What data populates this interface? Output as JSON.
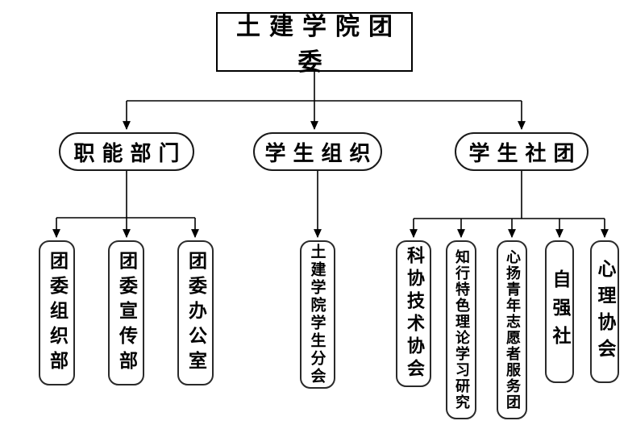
{
  "diagram": {
    "title": "organization-chart",
    "tree": {
      "root": {
        "label": "土建学院团委"
      },
      "branches": [
        {
          "label": "职能部门",
          "children": [
            {
              "label": "团委组织部"
            },
            {
              "label": "团委宣传部"
            },
            {
              "label": "团委办公室"
            }
          ]
        },
        {
          "label": "学生组织",
          "children": [
            {
              "label": "土建学院学生分会"
            }
          ]
        },
        {
          "label": "学生社团",
          "children": [
            {
              "label": "科协技术协会"
            },
            {
              "label": "知行特色理论学习研究"
            },
            {
              "label": "心扬青年志愿者服务团"
            },
            {
              "label": "自强社"
            },
            {
              "label": "心理协会"
            }
          ]
        }
      ]
    },
    "colors": {
      "background": "#ffffff",
      "border": "#000000",
      "line": "#000000",
      "text": "#000000"
    }
  }
}
